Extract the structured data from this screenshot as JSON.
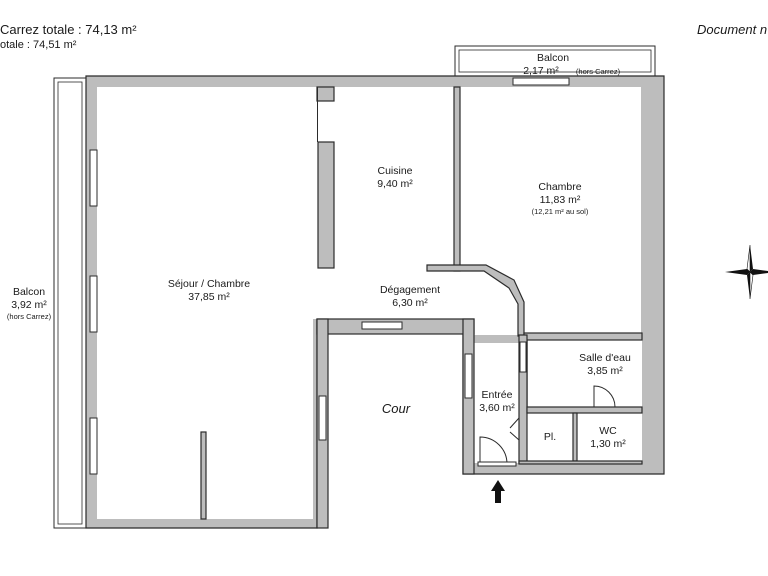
{
  "header": {
    "carrez_line": "Carrez totale :  74,13 m²",
    "total_line": "otale :  74,51 m²",
    "doc_ref": "Document n"
  },
  "rooms": {
    "balcon_top": {
      "name": "Balcon",
      "area": "2,17 m²",
      "note": "(hors Carrez)"
    },
    "balcon_left": {
      "name": "Balcon",
      "area": "3,92 m²",
      "note": "(hors Carrez)"
    },
    "sejour": {
      "name": "Séjour / Chambre",
      "area": "37,85 m²"
    },
    "cuisine": {
      "name": "Cuisine",
      "area": "9,40 m²"
    },
    "chambre": {
      "name": "Chambre",
      "area": "11,83 m²",
      "note": "(12,21 m² au sol)"
    },
    "degagement": {
      "name": "Dégagement",
      "area": "6,30 m²"
    },
    "salle_eau": {
      "name": "Salle d'eau",
      "area": "3,85 m²"
    },
    "entree": {
      "name": "Entrée",
      "area": "3,60 m²"
    },
    "placard": {
      "name": "Pl."
    },
    "wc": {
      "name": "WC",
      "area": "1,30 m²"
    },
    "cour": {
      "name": "Cour"
    }
  },
  "icons": {
    "entrance": "entrance-arrow-icon",
    "compass": "compass-rose-icon"
  }
}
